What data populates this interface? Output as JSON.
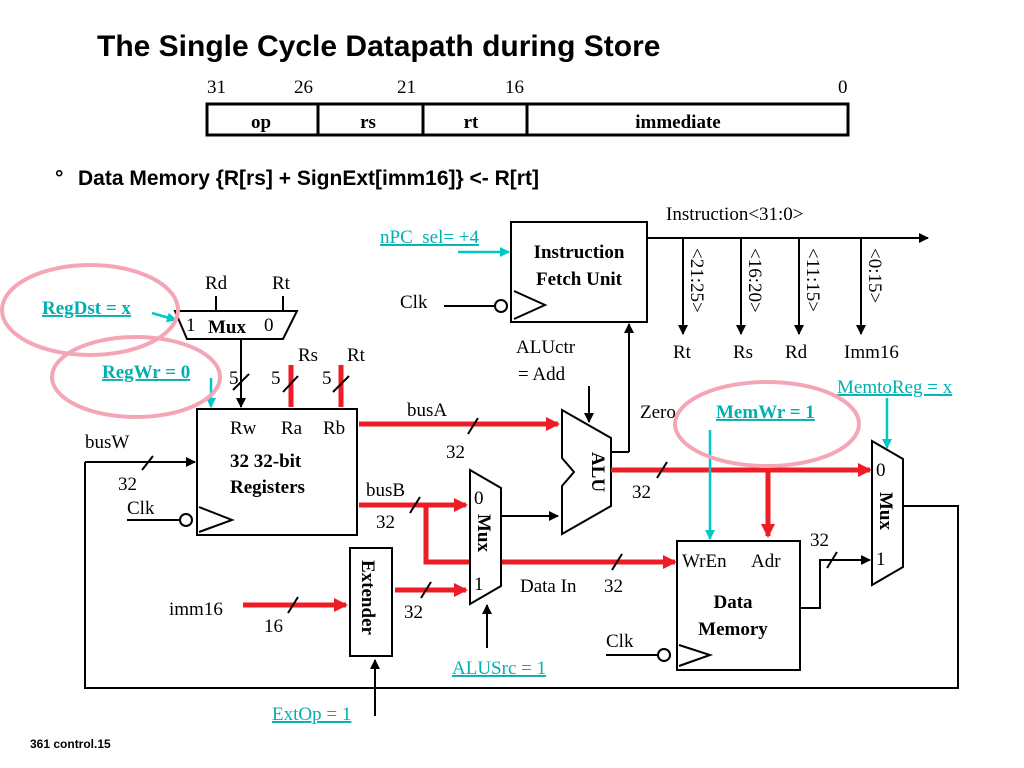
{
  "title": "The Single Cycle Datapath during Store",
  "instruction_format": {
    "bit_positions": [
      "31",
      "26",
      "21",
      "16",
      "0"
    ],
    "fields": [
      "op",
      "rs",
      "rt",
      "immediate"
    ]
  },
  "bullet": {
    "symbol": "°",
    "text": "Data Memory {R[rs] + SignExt[imm16]}  <-  R[rt]"
  },
  "ifu": {
    "line1": "Instruction",
    "line2": "Fetch Unit",
    "clk": "Clk",
    "instruction_label": "Instruction<31:0>",
    "npc_sel": "nPC_sel= +4"
  },
  "fields_out": {
    "vertical": [
      "<21:25>",
      "<16:20>",
      "<11:15>",
      "<0:15>"
    ],
    "names": [
      "Rt",
      "Rs",
      "Rd",
      "Imm16"
    ]
  },
  "regdst_mux": {
    "in_rd": "Rd",
    "in_rt": "Rt",
    "label": "Mux",
    "sel1": "1",
    "sel0": "0"
  },
  "register_file": {
    "rs": "Rs",
    "rt": "Rt",
    "width5_a": "5",
    "width5_b": "5",
    "width5_c": "5",
    "port_rw": "Rw",
    "port_ra": "Ra",
    "port_rb": "Rb",
    "line1": "32 32-bit",
    "line2": "Registers",
    "clk": "Clk",
    "busw": "busW",
    "busw_width": "32"
  },
  "buses": {
    "busa": "busA",
    "busa_width": "32",
    "busb": "busB",
    "busb_width": "32"
  },
  "alu": {
    "label": "ALU",
    "aluctr_line1": "ALUctr",
    "aluctr_line2": "= Add",
    "zero": "Zero",
    "out_width": "32"
  },
  "alusrc_mux": {
    "label": "Mux",
    "sel0": "0",
    "sel1": "1"
  },
  "extender": {
    "label": "Extender",
    "imm16": "imm16",
    "imm16_width": "16",
    "out_width": "32"
  },
  "data_memory": {
    "wren": "WrEn",
    "adr": "Adr",
    "line1": "Data",
    "line2": "Memory",
    "clk": "Clk",
    "data_in": "Data In",
    "data_in_width": "32",
    "out_width": "32"
  },
  "memtoreg_mux": {
    "label": "Mux",
    "sel0": "0",
    "sel1": "1"
  },
  "controls": {
    "regdst": "RegDst = x",
    "regwr": "RegWr = 0",
    "memtoreg": "MemtoReg = x",
    "memwr": "MemWr = 1",
    "alusrc": "ALUSrc = 1",
    "extop": "ExtOp = 1"
  },
  "footer": "361  control.15",
  "colors": {
    "active_wire": "#ee1c25",
    "control": "#00b0b0",
    "highlight_oval": "#f4a6b6"
  }
}
